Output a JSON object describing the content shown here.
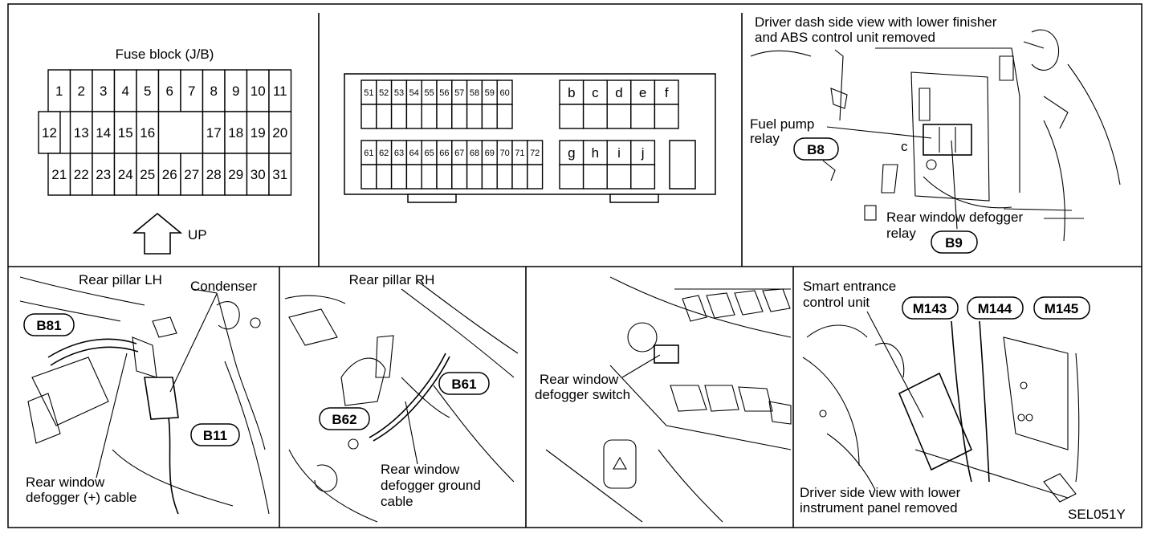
{
  "fuse_block": {
    "title": "Fuse block (J/B)",
    "row1": [
      "1",
      "2",
      "3",
      "4",
      "5",
      "6",
      "7",
      "8",
      "9",
      "10",
      "11"
    ],
    "row2_left": [
      "12",
      "13",
      "14",
      "15",
      "16"
    ],
    "row2_right": [
      "17",
      "18",
      "19",
      "20"
    ],
    "row3": [
      "21",
      "22",
      "23",
      "24",
      "25",
      "26",
      "27",
      "28",
      "29",
      "30",
      "31"
    ],
    "up_label": "UP"
  },
  "fuse_box": {
    "row_a": [
      "51",
      "52",
      "53",
      "54",
      "55",
      "56",
      "57",
      "58",
      "59",
      "60"
    ],
    "row_b": [
      "61",
      "62",
      "63",
      "64",
      "65",
      "66",
      "67",
      "68",
      "69",
      "70",
      "71",
      "72"
    ],
    "letters_top": [
      "b",
      "c",
      "d",
      "e",
      "f"
    ],
    "letters_bottom": [
      "g",
      "h",
      "i",
      "j"
    ]
  },
  "driver_dash": {
    "caption_line1": "Driver dash side view with lower finisher",
    "caption_line2": "and ABS control unit removed",
    "fuel_pump_line1": "Fuel pump",
    "fuel_pump_line2": "relay",
    "b8": "B8",
    "c_label": "c",
    "defogger_relay_line1": "Rear window defogger",
    "defogger_relay_line2": "relay",
    "b9": "B9"
  },
  "rear_pillar_lh": {
    "title": "Rear pillar LH",
    "condenser": "Condenser",
    "b81": "B81",
    "b11": "B11",
    "cable_line1": "Rear window",
    "cable_line2": "defogger (+) cable"
  },
  "rear_pillar_rh": {
    "title": "Rear pillar RH",
    "b61": "B61",
    "b62": "B62",
    "ground_line1": "Rear window",
    "ground_line2": "defogger ground",
    "ground_line3": "cable"
  },
  "switch_panel": {
    "label_line1": "Rear window",
    "label_line2": "defogger switch"
  },
  "smart_entrance": {
    "label_line1": "Smart entrance",
    "label_line2": "control unit",
    "m143": "M143",
    "m144": "M144",
    "m145": "M145",
    "caption_line1": "Driver side view with lower",
    "caption_line2": "instrument panel removed"
  },
  "figure_code": "SEL051Y"
}
